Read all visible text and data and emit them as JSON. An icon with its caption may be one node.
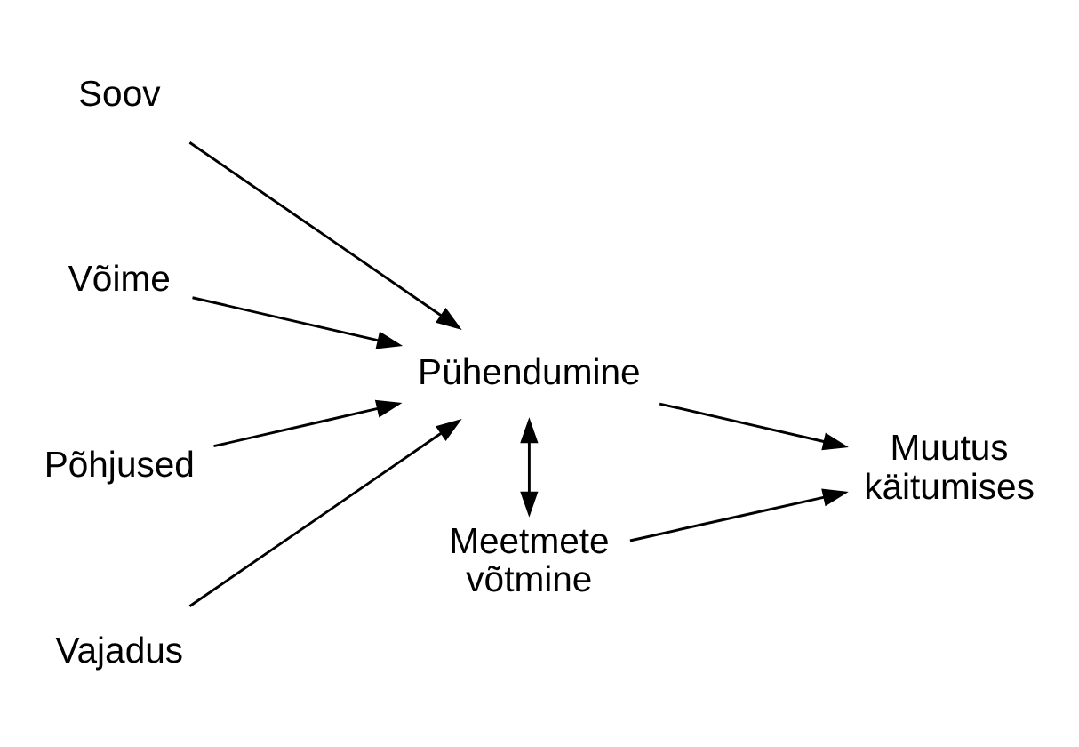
{
  "diagram": {
    "nodes": [
      {
        "text": [
          "Soov"
        ]
      },
      {
        "text": [
          "Võime"
        ]
      },
      {
        "text": [
          "Põhjused"
        ]
      },
      {
        "text": [
          "Vajadus"
        ]
      },
      {
        "text": [
          "Pühendumine"
        ]
      },
      {
        "text": [
          "Meetmete võtmine"
        ]
      },
      {
        "text": [
          "Muutus käitumises"
        ]
      }
    ],
    "edges": [
      {
        "from": 0,
        "to": 4,
        "arrow": "to"
      },
      {
        "from": 1,
        "to": 4,
        "arrow": "to"
      },
      {
        "from": 2,
        "to": 4,
        "arrow": "to"
      },
      {
        "from": 3,
        "to": 4,
        "arrow": "to"
      },
      {
        "from": 4,
        "to": 5,
        "arrow": "both"
      },
      {
        "from": 4,
        "to": 6,
        "arrow": "to"
      },
      {
        "from": 5,
        "to": 6,
        "arrow": "to"
      }
    ]
  }
}
